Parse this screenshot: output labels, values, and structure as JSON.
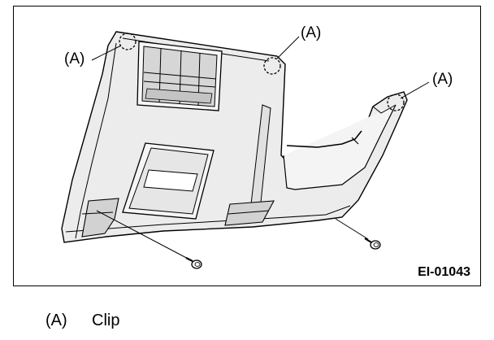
{
  "diagram": {
    "callouts": [
      {
        "id": "left",
        "text": "(A)"
      },
      {
        "id": "top",
        "text": "(A)"
      },
      {
        "id": "right",
        "text": "(A)"
      }
    ],
    "figure_code": "EI-01043"
  },
  "legend": [
    {
      "key": "(A)",
      "desc": "Clip"
    }
  ],
  "colors": {
    "fill": "#ececec",
    "shade": "#bdbdbd",
    "line": "#000000"
  }
}
